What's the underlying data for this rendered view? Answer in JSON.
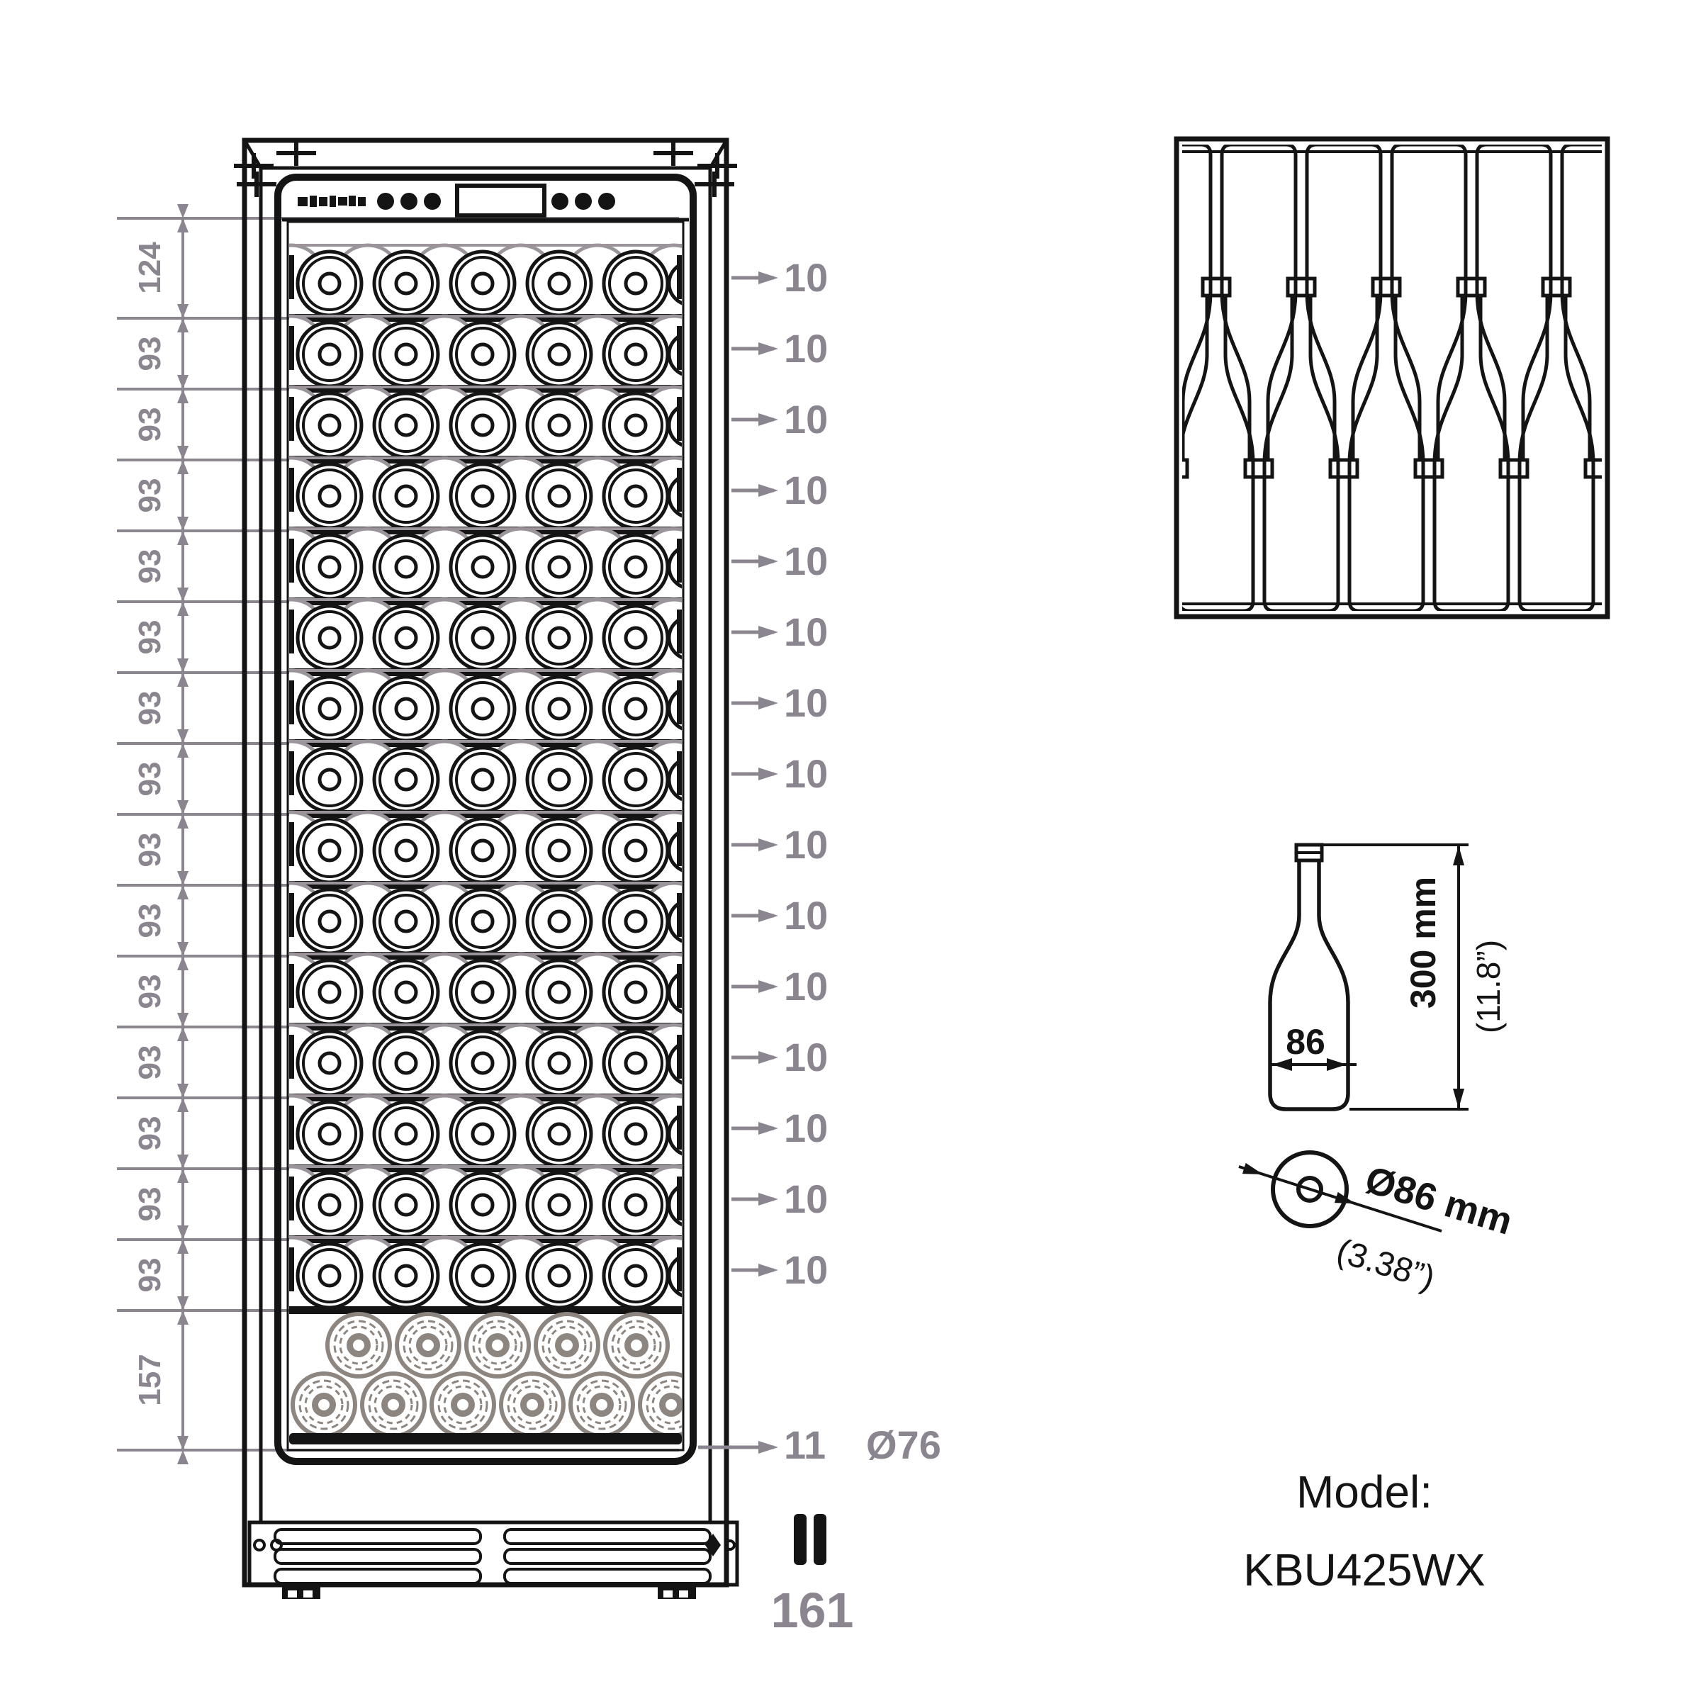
{
  "diagram": {
    "left_dimensions": [
      "124",
      "93",
      "93",
      "93",
      "93",
      "93",
      "93",
      "93",
      "93",
      "93",
      "93",
      "93",
      "93",
      "93",
      "93",
      "157"
    ],
    "shelf_bottle_counts": [
      "10",
      "10",
      "10",
      "10",
      "10",
      "10",
      "10",
      "10",
      "10",
      "10",
      "10",
      "10",
      "10",
      "10",
      "10"
    ],
    "bottom_compartment": {
      "bottle_count": "11",
      "bottle_diameter": "Ø76"
    },
    "total_bottles": "161",
    "bottle_side_view": {
      "body_width": "86",
      "height_metric": "300 mm",
      "height_imperial": "(11.8”)"
    },
    "bottle_end_view": {
      "diameter_metric": "Ø86 mm",
      "diameter_imperial": "(3.38”)"
    },
    "model": {
      "label": "Model:",
      "number": "KBU425WX"
    }
  }
}
